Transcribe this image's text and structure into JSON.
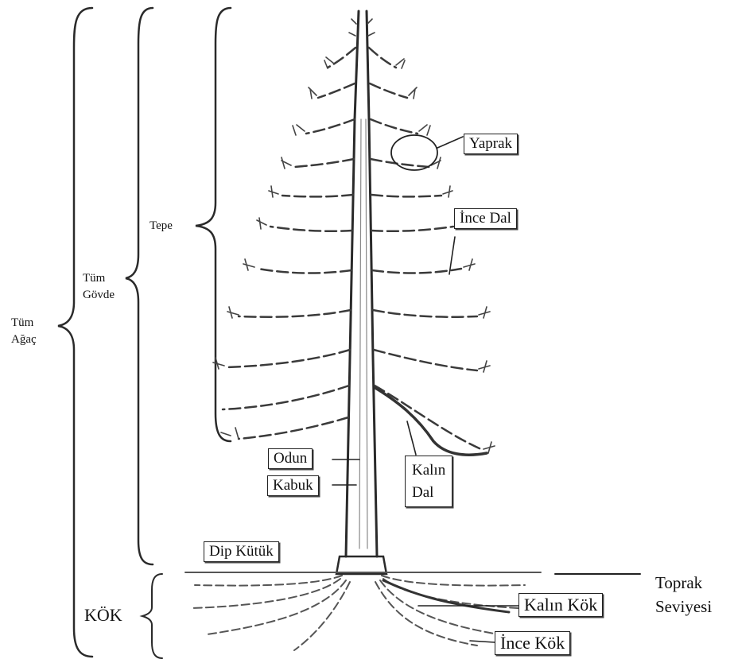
{
  "hierarchy": {
    "tum_agac": [
      "Tüm",
      "Ağaç"
    ],
    "tum_govde": [
      "Tüm",
      "Gövde"
    ],
    "tepe": "Tepe",
    "kok": "KÖK"
  },
  "parts": {
    "yaprak": "Yaprak",
    "ince_dal": "İnce Dal",
    "odun": "Odun",
    "kabuk": "Kabuk",
    "kalin_dal": [
      "Kalın",
      "Dal"
    ],
    "dip_kutuk": "Dip Kütük",
    "kalin_kok": "Kalın Kök",
    "ince_kok": "İnce Kök",
    "toprak_seviyesi": [
      "Toprak",
      "Seviyesi"
    ]
  }
}
